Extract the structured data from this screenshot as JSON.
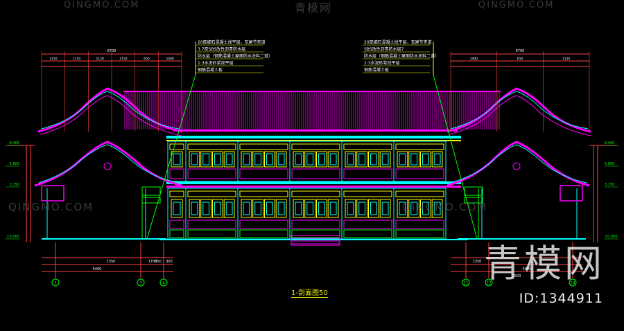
{
  "watermark": {
    "top_left": "QINGMO.COM",
    "top_center": "青模网",
    "top_right": "QINGMO.COM",
    "mid_left": "QINGMO.COM",
    "mid_right": "QINGMO.COM"
  },
  "brand": "青模网",
  "id_label": "ID:1344911",
  "drawing": {
    "title": "1-剖面图50",
    "colors": {
      "roof": "#ff00ff",
      "wall": "#00ffff",
      "window": "#ffff00",
      "panel": "#00ff00",
      "dim": "#ff4040",
      "text": "#ffffff"
    },
    "notes_left": [
      "20厚细石混凝土找平层，瓦屋节夹道",
      "3.7厚SBS改性沥青防水层",
      "防水层（钢筋混凝土屋面防水涂料二道）",
      "1:3水泥砂浆找平层",
      "钢筋混凝土板"
    ],
    "notes_right": [
      "20厚细石混凝土找平层，瓦屋节夹道",
      "SBS改性沥青防水层7",
      "防水层（钢筋混凝土屋面防水涂料二道）",
      "1:3水泥砂浆找平层",
      "钢筋混凝土板"
    ],
    "top_dims_left": [
      "6700",
      "1150",
      "1150",
      "1150",
      "1150",
      "650",
      "1400"
    ],
    "top_dims_right": [
      "6700",
      "1400",
      "650",
      "1150"
    ],
    "bottom_dims_left": [
      "5400",
      "1350",
      "1700",
      "650",
      "300"
    ],
    "bottom_dims_right": [
      "1350",
      "5400",
      "6500"
    ],
    "axis_labels": [
      "1",
      "3",
      "4",
      "11",
      "12",
      "14"
    ],
    "elev_labels_left": [
      "8.400",
      "5.600",
      "3.150",
      "±0.000"
    ],
    "elev_labels_right": [
      "8.400",
      "5.600",
      "3.150",
      "±0.000"
    ]
  }
}
